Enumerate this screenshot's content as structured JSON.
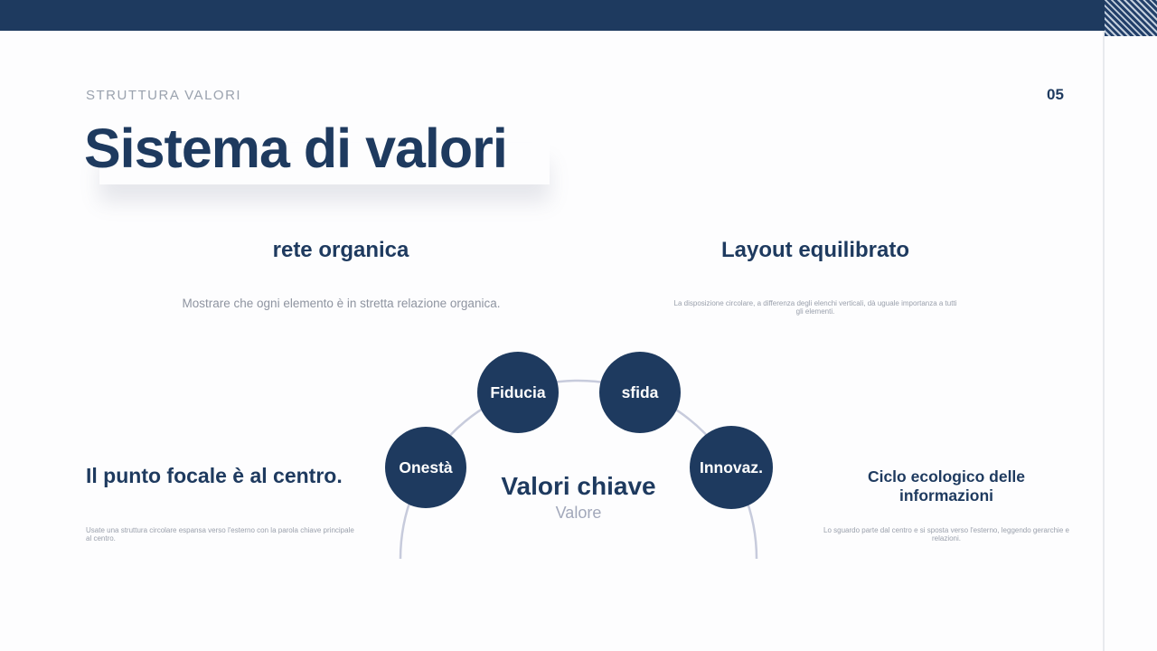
{
  "slide": {
    "kicker": "STRUTTURA VALORI",
    "page_number": "05",
    "title": "Sistema di valori"
  },
  "features": {
    "left": {
      "heading": "rete organica",
      "description": "Mostrare che ogni elemento è in stretta relazione organica."
    },
    "right": {
      "heading": "Layout equilibrato",
      "description": "La disposizione circolare, a differenza degli elenchi verticali, dà uguale importanza a tutti gli elementi."
    }
  },
  "notes": {
    "left": {
      "heading": "Il punto focale è al centro.",
      "description": "Usate una struttura circolare espansa verso l'esterno con la parola chiave principale al centro."
    },
    "right": {
      "heading": "Ciclo ecologico delle informazioni",
      "description": "Lo sguardo parte dal centro e si sposta verso l'esterno, leggendo gerarchie e relazioni."
    }
  },
  "diagram": {
    "center_title": "Valori chiave",
    "center_subtitle": "Valore",
    "nodes": [
      {
        "label": "Onestà"
      },
      {
        "label": "Fiducia"
      },
      {
        "label": "sfida"
      },
      {
        "label": "Innovaz."
      }
    ]
  },
  "colors": {
    "navy": "#1e3a5f",
    "arc": "#c7cbdc",
    "muted_gray": "#9aa0ac",
    "stripe_light": "#c3cfdd"
  }
}
